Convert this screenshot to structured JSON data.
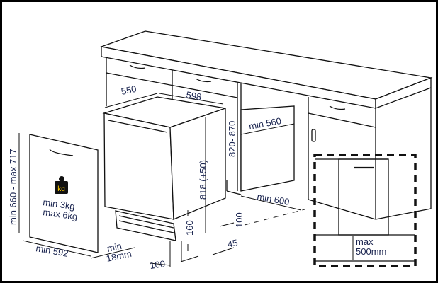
{
  "labels": {
    "depth": "550",
    "width": "598",
    "cabinet_height": "820- 870",
    "height": "818 (+50)",
    "niche_width": "min 560",
    "niche_depth": "min 600",
    "panel_height": "min 660 - max 717",
    "panel_width": "min 592",
    "panel_thickness_min": "min",
    "panel_thickness_val": "18mm",
    "weight_min": "min  3kg",
    "weight_max": "max 6kg",
    "weight_icon_text": "kg",
    "plinth_height": "160",
    "plinth_offset": "100",
    "plinth_gap": "100",
    "plinth_depth": "45",
    "max_label": "max",
    "max_value": "500mm"
  },
  "colors": {
    "label": "#1b2550",
    "line": "#111111"
  }
}
